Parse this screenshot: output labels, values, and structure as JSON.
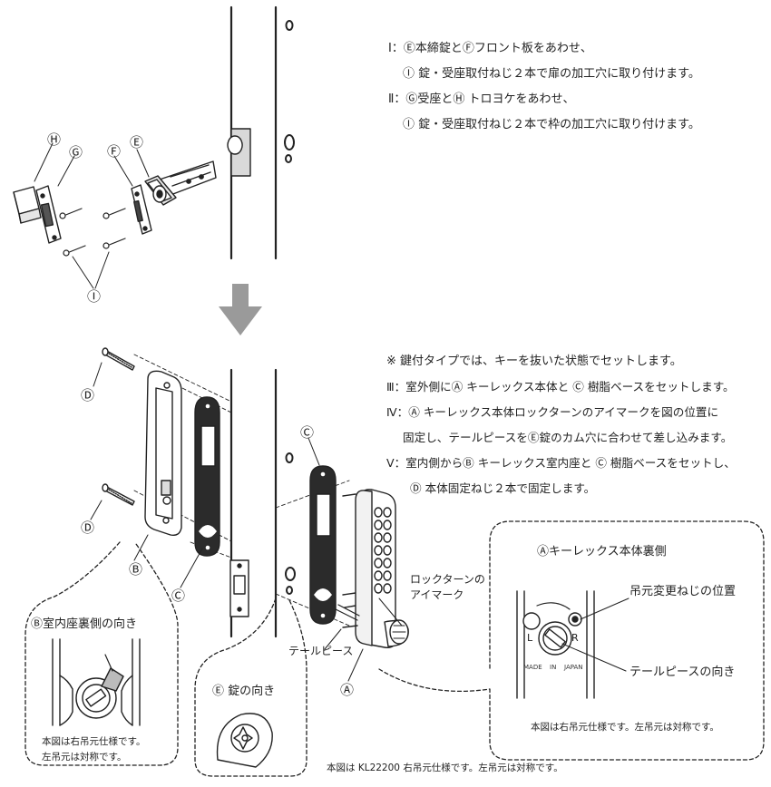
{
  "instructions": {
    "step1": {
      "line1": "Ⅰ：Ⓔ本締錠とⒻフロント板をあわせ、",
      "line2": "Ⓘ 錠・受座取付ねじ２本で扉の加工穴に取り付けます。"
    },
    "step2": {
      "line1": "Ⅱ：Ⓖ受座とⒽ トロヨケをあわせ、",
      "line2": "Ⓘ 錠・受座取付ねじ２本で枠の加工穴に取り付けます。"
    },
    "note": "※ 鍵付タイプでは、キーを抜いた状態でセットします。",
    "step3": "Ⅲ：室外側にⒶ キーレックス本体と Ⓒ 樹脂ベースをセットします。",
    "step4": {
      "line1": "Ⅳ：Ⓐ キーレックス本体ロックターンのアイマークを図の位置に",
      "line2": "固定し、テールピースをⒺ錠のカム穴に合わせて差し込みます。"
    },
    "step5": {
      "line1": "Ⅴ：室内側からⒷ キーレックス室内座と Ⓒ 樹脂ベースをセットし、",
      "line2": "Ⓓ 本体固定ねじ２本で固定します。"
    }
  },
  "parts": {
    "A": "Ⓐ",
    "B": "Ⓑ",
    "C": "Ⓒ",
    "D": "Ⓓ",
    "E": "Ⓔ",
    "F": "Ⓕ",
    "G": "Ⓖ",
    "H": "Ⓗ",
    "I": "Ⓘ"
  },
  "labels": {
    "lockturn_eye_mark": {
      "line1": "ロックターンの",
      "line2": "アイマーク"
    },
    "tailpiece": "テールピース"
  },
  "callout_b": {
    "title": "Ⓑ室内座裏側の向き",
    "note1": "本図は右吊元仕様です。",
    "note2": "左吊元は対称です。"
  },
  "callout_e": {
    "title": "Ⓔ 錠の向き"
  },
  "callout_a": {
    "title": "Ⓐキーレックス本体裏側",
    "screw_position": "吊元変更ねじの位置",
    "tailpiece_direction": "テールピースの向き",
    "mark_l": "L",
    "mark_r": "R",
    "made": "MADE",
    "in": "IN",
    "japan": "JAPAN",
    "note": "本図は右吊元仕様です。左吊元は対称です。"
  },
  "footer": "本図は KL22200 右吊元仕様です。左吊元は対称です。"
}
